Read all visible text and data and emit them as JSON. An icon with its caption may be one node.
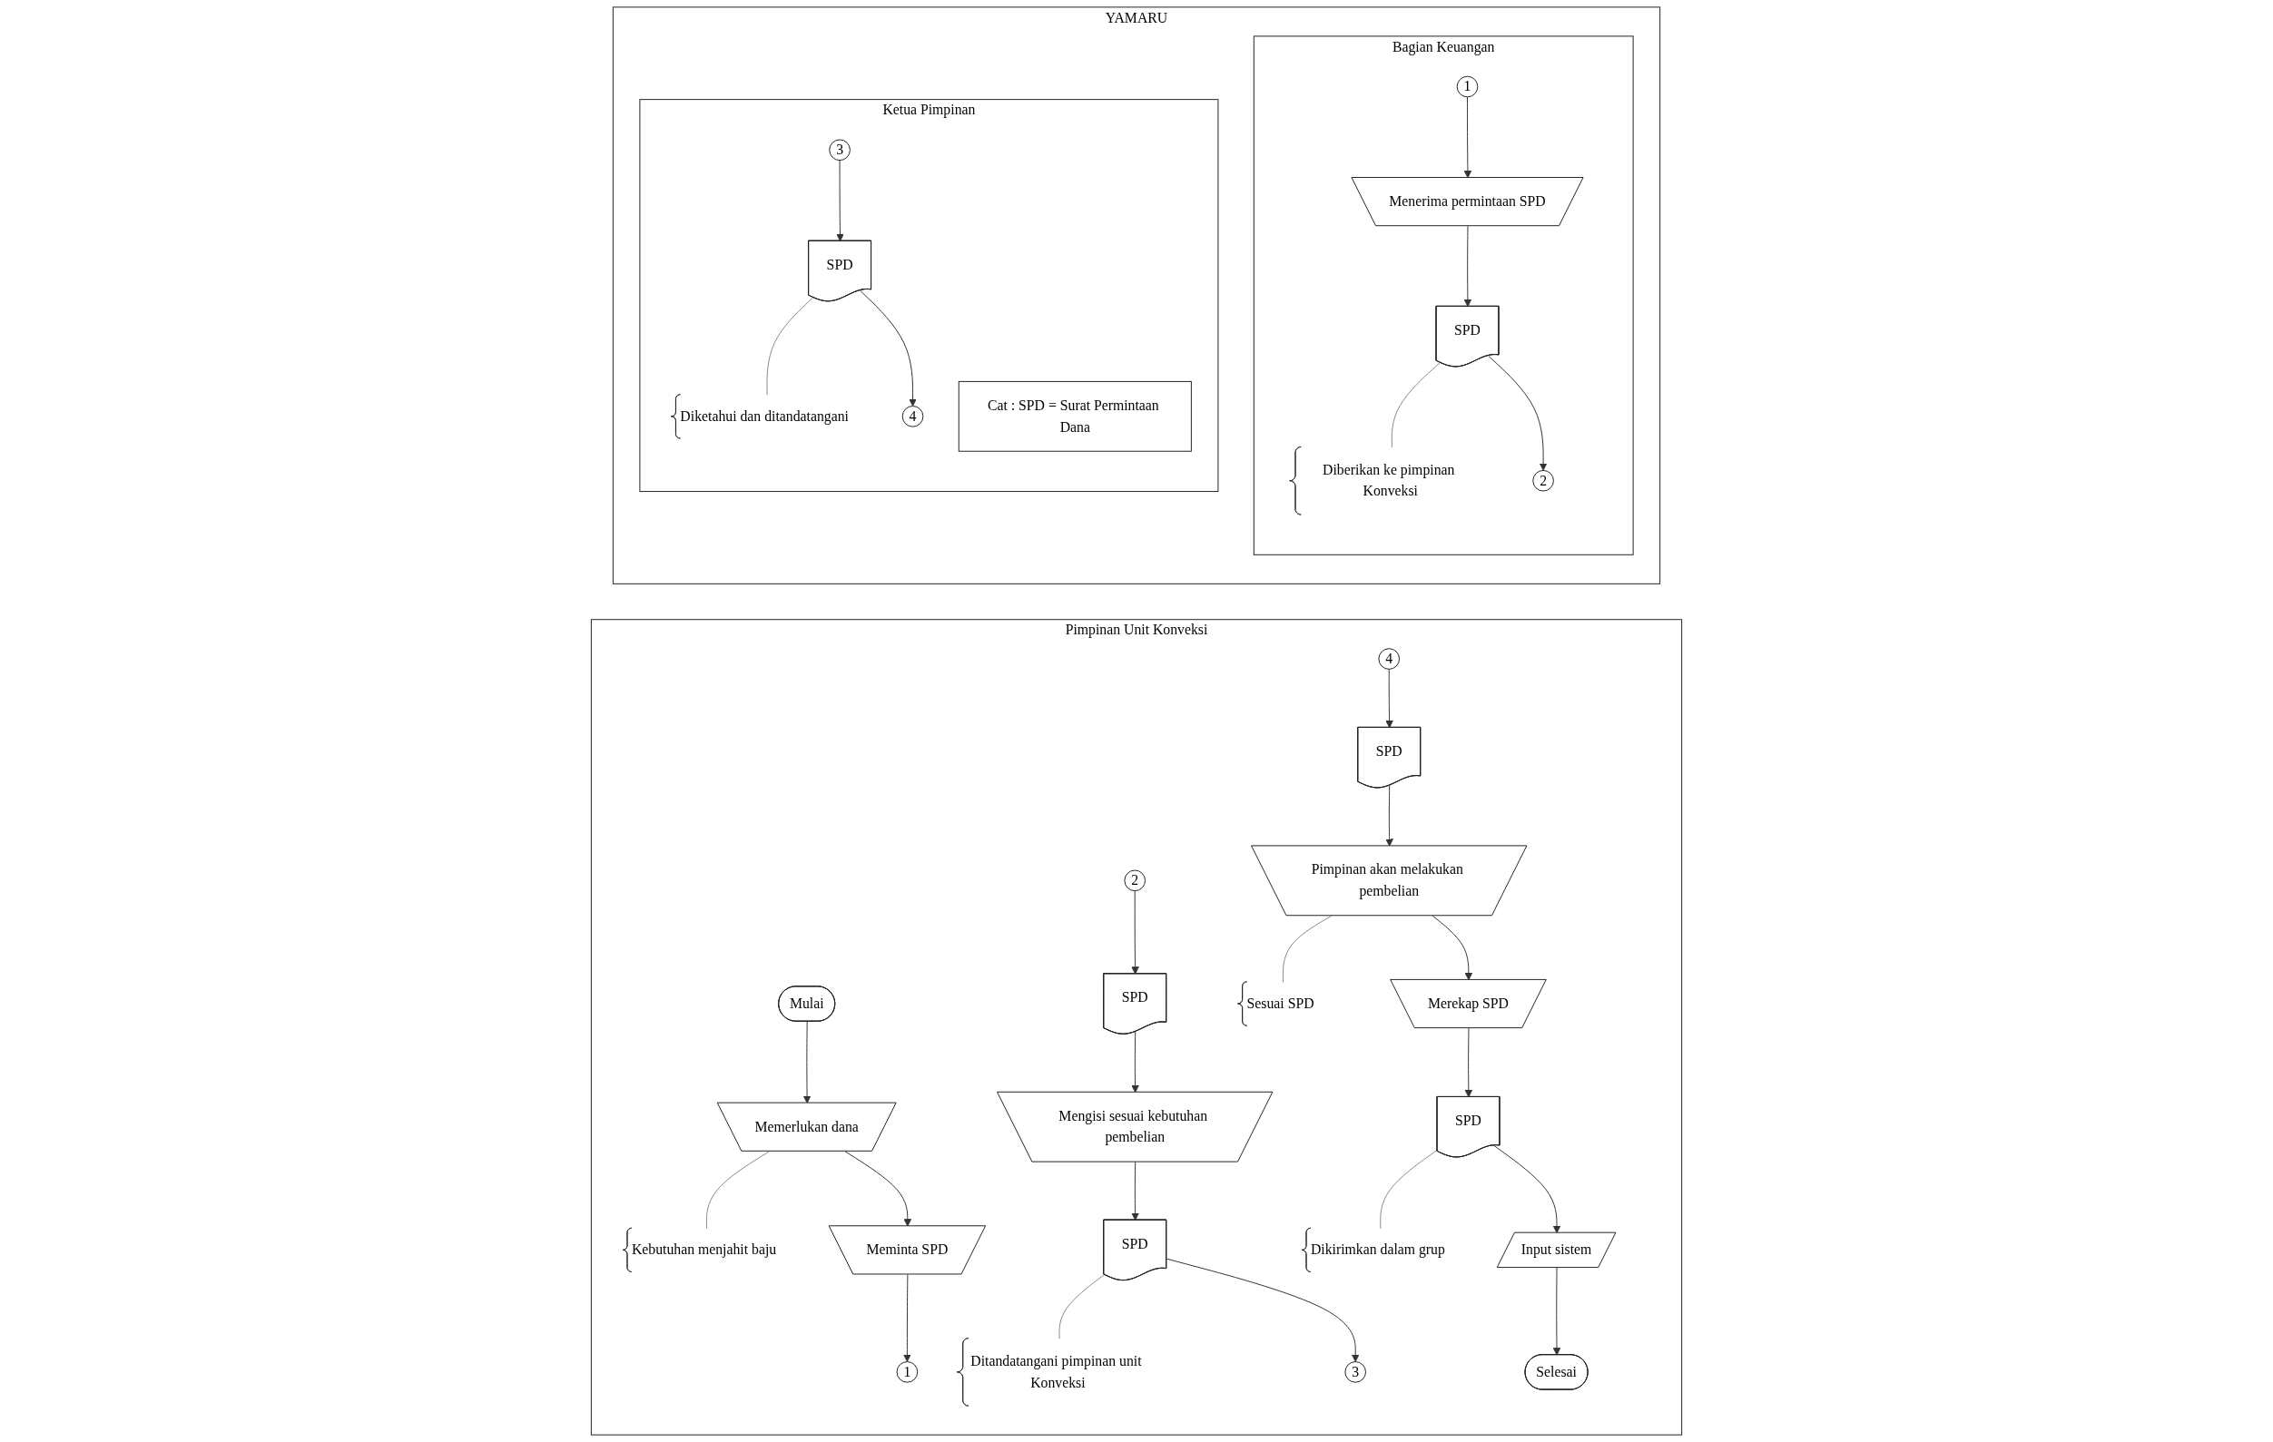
{
  "diagram": {
    "nodes": [
      {
        "text": [
          "Pimpinan Unit Konveksi"
        ]
      },
      {
        "text": [
          "YAMARU"
        ]
      },
      {
        "text": [
          "Bagian Keuangan"
        ],
        "in": 1
      },
      {
        "text": [
          "Ketua Pimpinan"
        ],
        "in": 1
      },
      {
        "text": [
          "Mulai"
        ],
        "in": 0
      },
      {
        "text": [
          "Memerlukan dana"
        ],
        "in": 0
      },
      {
        "text": [
          "Kebutuhan menjahit baju"
        ],
        "in": 0
      },
      {
        "text": [
          "Meminta SPD"
        ],
        "in": 0
      },
      {
        "text": [
          "1"
        ],
        "in": 0
      },
      {
        "text": [
          "2"
        ],
        "in": 0
      },
      {
        "text": [
          "SPD"
        ],
        "in": 0
      },
      {
        "text": [
          "Mengisi sesuai kebutuhan pembelian"
        ],
        "in": 0
      },
      {
        "text": [
          "SPD"
        ],
        "in": 0
      },
      {
        "text": [
          "Ditandatangani pimpinan unit Konveksi"
        ],
        "in": 0
      },
      {
        "text": [
          "3"
        ],
        "in": 0
      },
      {
        "text": [
          "4"
        ],
        "in": 0
      },
      {
        "text": [
          "SPD"
        ],
        "in": 0
      },
      {
        "text": [
          "Pimpinan akan melakukan pembelian"
        ],
        "in": 0
      },
      {
        "text": [
          "Sesuai SPD"
        ],
        "in": 0
      },
      {
        "text": [
          "Merekap SPD"
        ],
        "in": 0
      },
      {
        "text": [
          "SPD"
        ],
        "in": 0
      },
      {
        "text": [
          "Dikirimkan dalam grup"
        ],
        "in": 0
      },
      {
        "text": [
          "Input sistem"
        ],
        "in": 0
      },
      {
        "text": [
          "Selesai"
        ],
        "in": 0
      },
      {
        "text": [
          "1"
        ],
        "in": 2
      },
      {
        "text": [
          "Menerima permintaan SPD"
        ],
        "in": 2
      },
      {
        "text": [
          "SPD"
        ],
        "in": 2
      },
      {
        "text": [
          "Diberikan ke pimpinan Konveksi"
        ],
        "in": 2
      },
      {
        "text": [
          "2"
        ],
        "in": 2
      },
      {
        "text": [
          "3"
        ],
        "in": 3
      },
      {
        "text": [
          "SPD"
        ],
        "in": 3
      },
      {
        "text": [
          "Diketahui dan ditandatangani"
        ],
        "in": 3
      },
      {
        "text": [
          "4"
        ],
        "in": 3
      },
      {
        "text": [
          "Cat : SPD = Surat Permintaan Dana"
        ],
        "in": 3
      }
    ],
    "edges": [
      {
        "from": 4,
        "to": 5,
        "arrow": "to"
      },
      {
        "from": 5,
        "to": 6,
        "arrow": "none"
      },
      {
        "from": 5,
        "to": 7,
        "arrow": "to"
      },
      {
        "from": 7,
        "to": 8,
        "arrow": "to"
      },
      {
        "from": 9,
        "to": 10,
        "arrow": "to"
      },
      {
        "from": 10,
        "to": 11,
        "arrow": "to"
      },
      {
        "from": 11,
        "to": 12,
        "arrow": "to"
      },
      {
        "from": 12,
        "to": 13,
        "arrow": "none"
      },
      {
        "from": 12,
        "to": 14,
        "arrow": "to"
      },
      {
        "from": 15,
        "to": 16,
        "arrow": "to"
      },
      {
        "from": 16,
        "to": 17,
        "arrow": "to"
      },
      {
        "from": 17,
        "to": 18,
        "arrow": "none"
      },
      {
        "from": 17,
        "to": 19,
        "arrow": "to"
      },
      {
        "from": 19,
        "to": 20,
        "arrow": "to"
      },
      {
        "from": 20,
        "to": 21,
        "arrow": "none"
      },
      {
        "from": 20,
        "to": 22,
        "arrow": "to"
      },
      {
        "from": 22,
        "to": 23,
        "arrow": "to"
      },
      {
        "from": 24,
        "to": 25,
        "arrow": "to"
      },
      {
        "from": 25,
        "to": 26,
        "arrow": "to"
      },
      {
        "from": 26,
        "to": 27,
        "arrow": "none"
      },
      {
        "from": 26,
        "to": 28,
        "arrow": "to"
      },
      {
        "from": 29,
        "to": 30,
        "arrow": "to"
      },
      {
        "from": 30,
        "to": 31,
        "arrow": "none"
      },
      {
        "from": 30,
        "to": 32,
        "arrow": "to"
      }
    ]
  }
}
